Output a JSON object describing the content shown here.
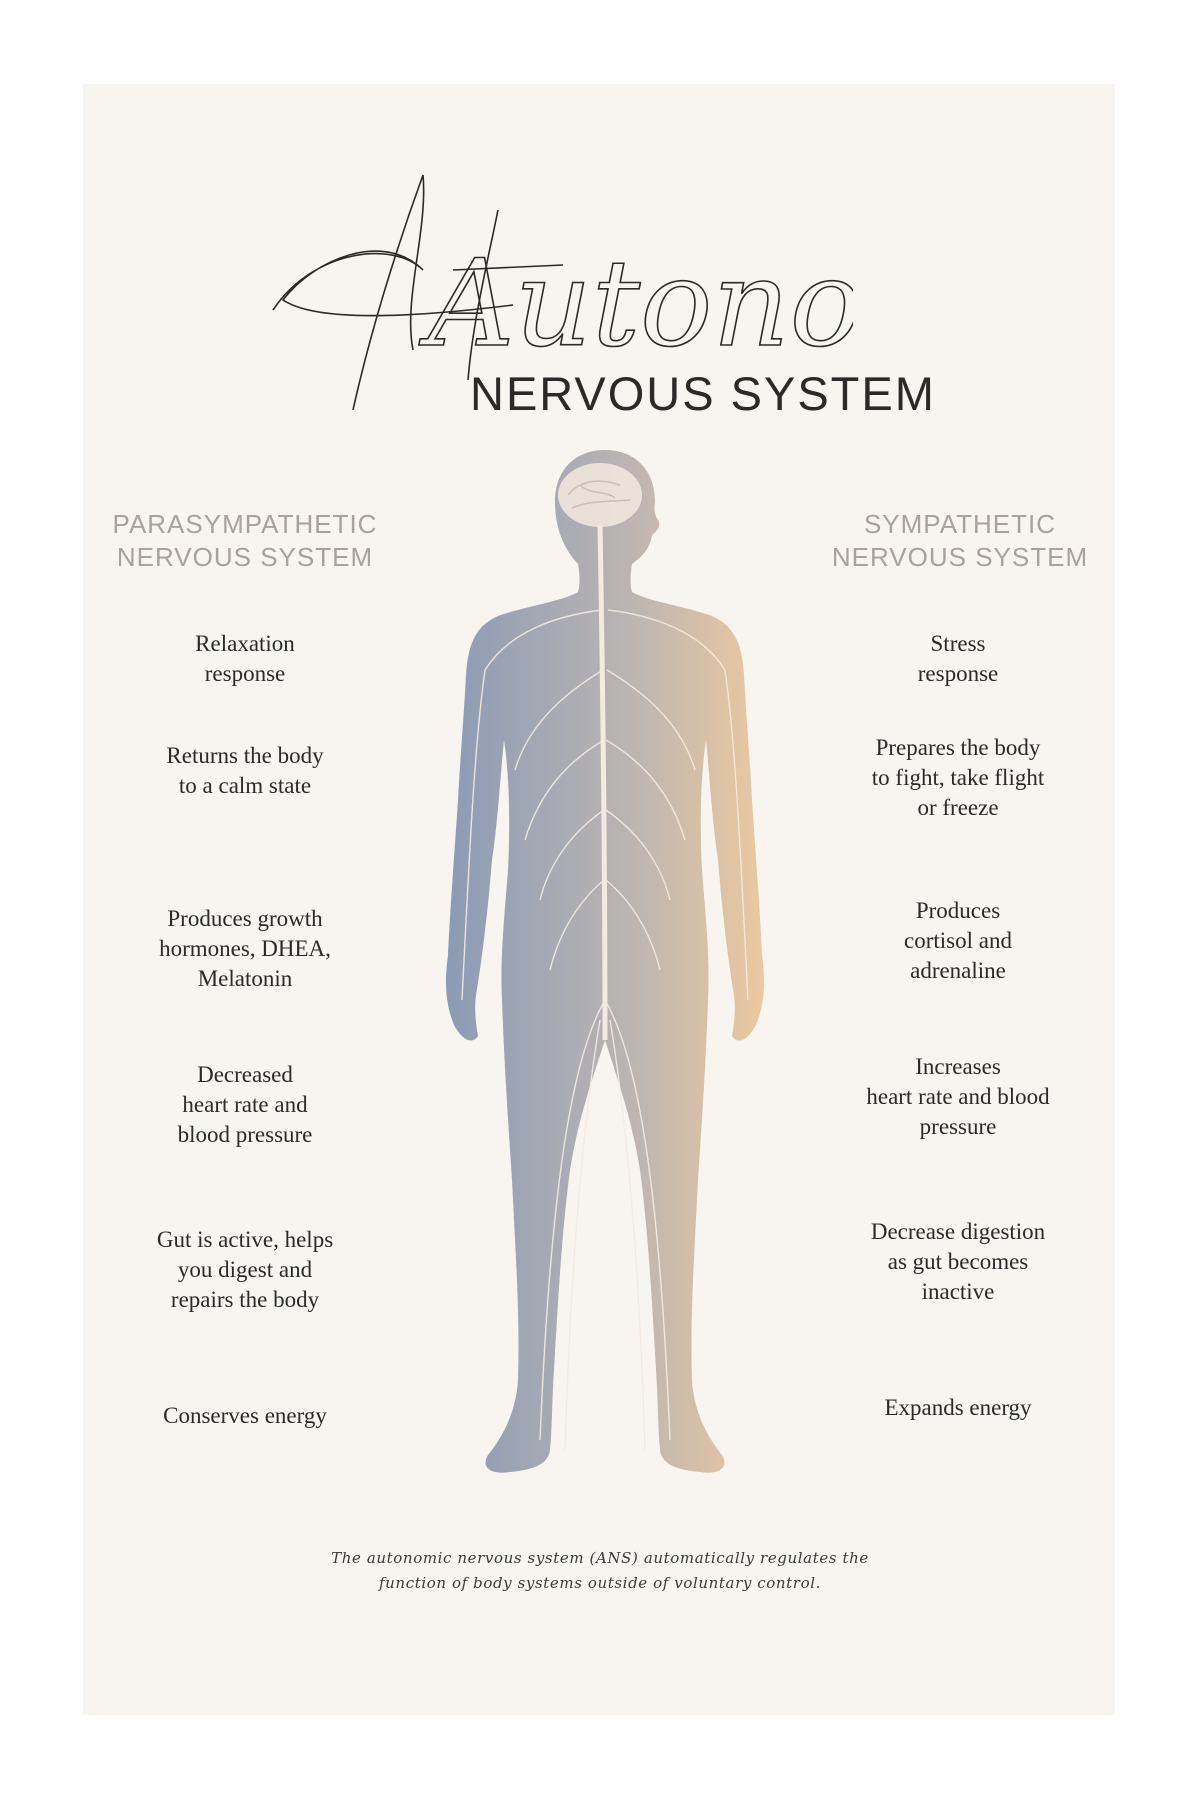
{
  "title": {
    "script": "Autonomic",
    "subtitle": "NERVOUS SYSTEM"
  },
  "parasympathetic": {
    "heading": "PARASYMPATHETIC\nNERVOUS SYSTEM",
    "items": [
      "Relaxation\nresponse",
      "Returns the body\nto a calm state",
      "Produces growth\nhormones, DHEA,\nMelatonin",
      "Decreased\nheart rate and\nblood pressure",
      "Gut is active, helps\nyou digest and\nrepairs the body",
      "Conserves energy"
    ]
  },
  "sympathetic": {
    "heading": "SYMPATHETIC\nNERVOUS SYSTEM",
    "items": [
      "Stress\nresponse",
      "Prepares the body\nto fight, take flight\nor freeze",
      "Produces\ncortisol and\nadrenaline",
      "Increases\nheart rate and blood\npressure",
      "Decrease digestion\nas gut becomes\ninactive",
      "Expands energy"
    ]
  },
  "caption": "The autonomic nervous system (ANS) automatically regulates the\nfunction of body systems outside of voluntary control.",
  "colors": {
    "background": "#f8f4ef",
    "text": "#2a2a2a",
    "heading_gray": "#a9a29b",
    "body_blue": "#8b9bb5",
    "body_peach": "#ecc9a0",
    "nerves": "#f3ebe0"
  }
}
